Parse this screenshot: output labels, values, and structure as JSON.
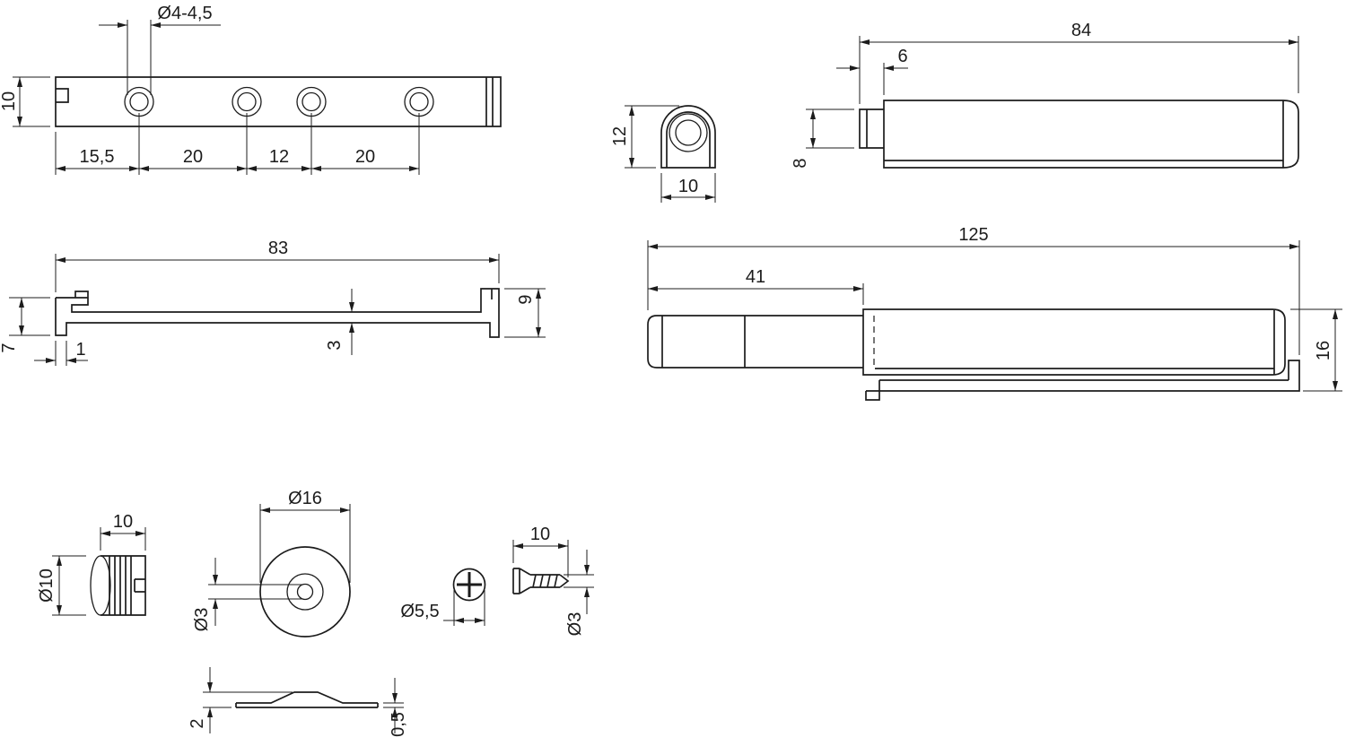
{
  "style": {
    "ink": "#1c1c1c",
    "background": "#ffffff"
  },
  "views": {
    "rail_top": {
      "dims": {
        "hole_dia": "Ø4-4,5",
        "height": "10",
        "s1": "15,5",
        "s2": "20",
        "s3": "12",
        "s4": "20"
      }
    },
    "bumper_front": {
      "dims": {
        "height": "12",
        "width": "10"
      }
    },
    "piston": {
      "dims": {
        "length": "84",
        "tip_length": "6",
        "tip_dia": "8"
      }
    },
    "rail_side": {
      "dims": {
        "length": "83",
        "wall_height": "7",
        "foot_offset": "1",
        "thickness": "3",
        "hook_height": "9"
      }
    },
    "assembly": {
      "dims": {
        "length": "125",
        "rod_length": "41",
        "height": "16"
      }
    },
    "adapter": {
      "dims": {
        "length": "10",
        "dia": "Ø10"
      }
    },
    "pad": {
      "dims": {
        "outer_dia": "Ø16",
        "hole_dia": "Ø3",
        "height": "2",
        "edge_height": "0,5"
      }
    },
    "screw": {
      "dims": {
        "head_dia": "Ø5,5",
        "length": "10",
        "shank_dia": "Ø3"
      }
    }
  }
}
